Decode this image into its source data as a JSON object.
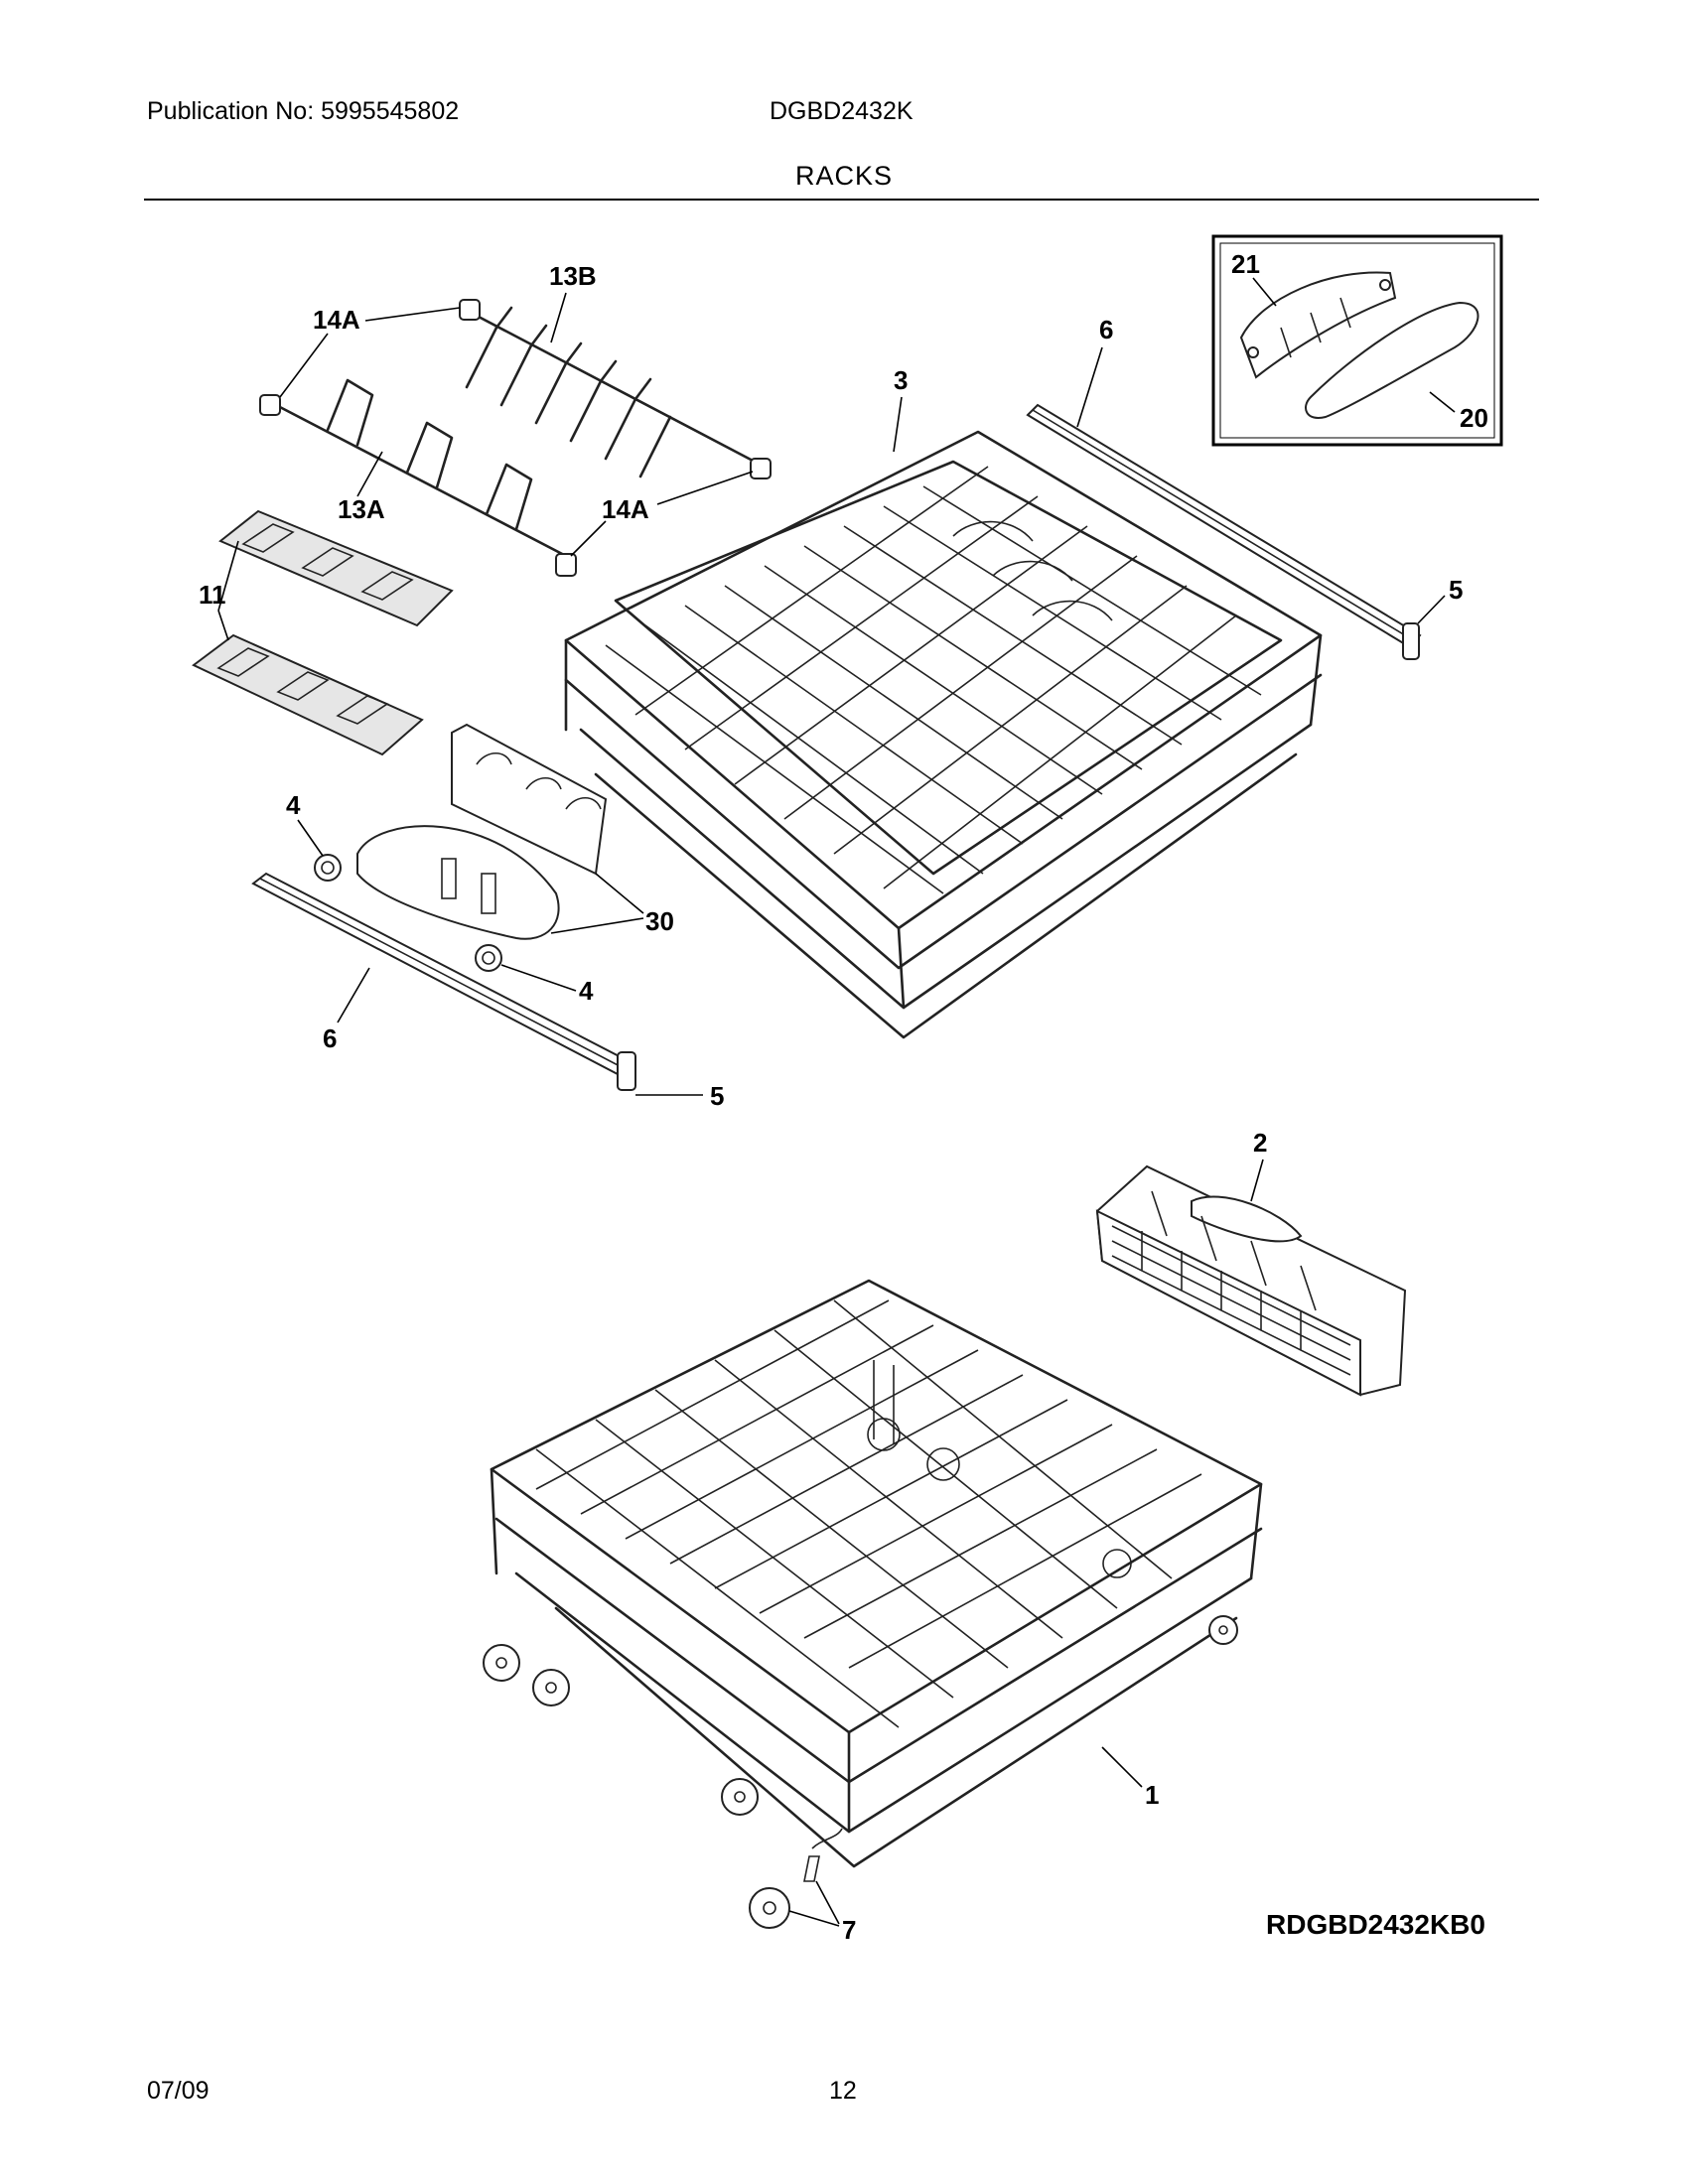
{
  "header": {
    "publication": "Publication No: 5995545802",
    "model": "DGBD2432K",
    "title": "RACKS"
  },
  "footer": {
    "date": "07/09",
    "page": "12"
  },
  "diagram": {
    "callouts": {
      "c1": "1",
      "c2": "2",
      "c3": "3",
      "c4a": "4",
      "c4b": "4",
      "c5a": "5",
      "c5b": "5",
      "c6a": "6",
      "c6b": "6",
      "c7": "7",
      "c11": "11",
      "c13a": "13A",
      "c13b": "13B",
      "c14a1": "14A",
      "c14a2": "14A",
      "c20": "20",
      "c21": "21",
      "c30": "30"
    },
    "drawing_code": "RDGBD2432KB0"
  }
}
